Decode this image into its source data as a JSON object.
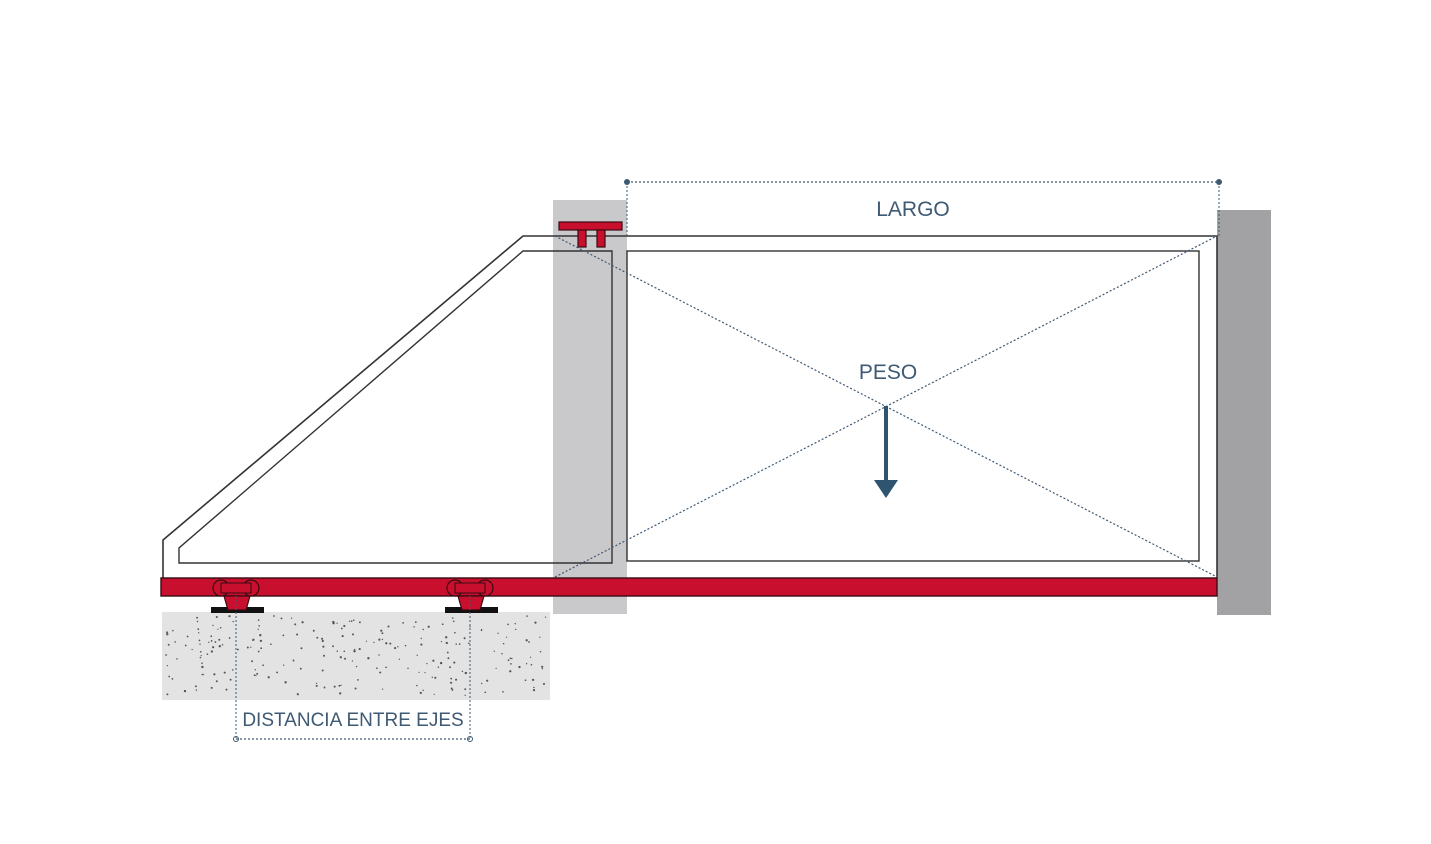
{
  "diagram": {
    "labels": {
      "largo": "LARGO",
      "peso": "PESO",
      "distancia_entre_ejes": "DISTANCIA ENTRE EJES"
    },
    "colors": {
      "rail": "#c8102e",
      "rail_outline": "#3a0a12",
      "post": "#c9c9cc",
      "wall": "#a2a2a5",
      "ground": "#e3e3e3",
      "ground_dots": "#555555",
      "frame": "#333333",
      "dimension": "#3e5a73",
      "text": "#3e5a73"
    }
  }
}
